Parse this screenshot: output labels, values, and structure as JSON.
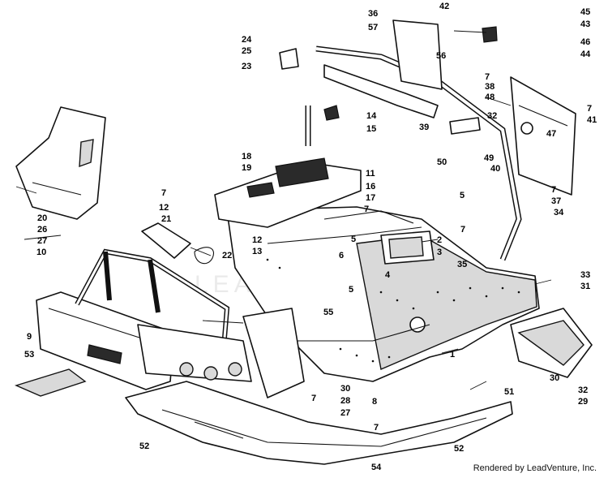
{
  "diagram": {
    "watermark": "LEADVENTURE",
    "credit": "Rendered by LeadVenture, Inc.",
    "callouts": [
      "1",
      "2",
      "3",
      "4",
      "5",
      "5",
      "5",
      "6",
      "7",
      "7",
      "7",
      "7",
      "7",
      "7",
      "7",
      "7",
      "8",
      "9",
      "10",
      "11",
      "12",
      "12",
      "13",
      "14",
      "15",
      "16",
      "17",
      "18",
      "19",
      "20",
      "21",
      "22",
      "23",
      "24",
      "25",
      "26",
      "27",
      "27",
      "28",
      "29",
      "30",
      "30",
      "31",
      "32",
      "32",
      "33",
      "34",
      "35",
      "36",
      "37",
      "38",
      "39",
      "40",
      "41",
      "42",
      "43",
      "44",
      "45",
      "46",
      "47",
      "48",
      "49",
      "50",
      "51",
      "52",
      "52",
      "53",
      "54",
      "55",
      "56",
      "57"
    ]
  }
}
